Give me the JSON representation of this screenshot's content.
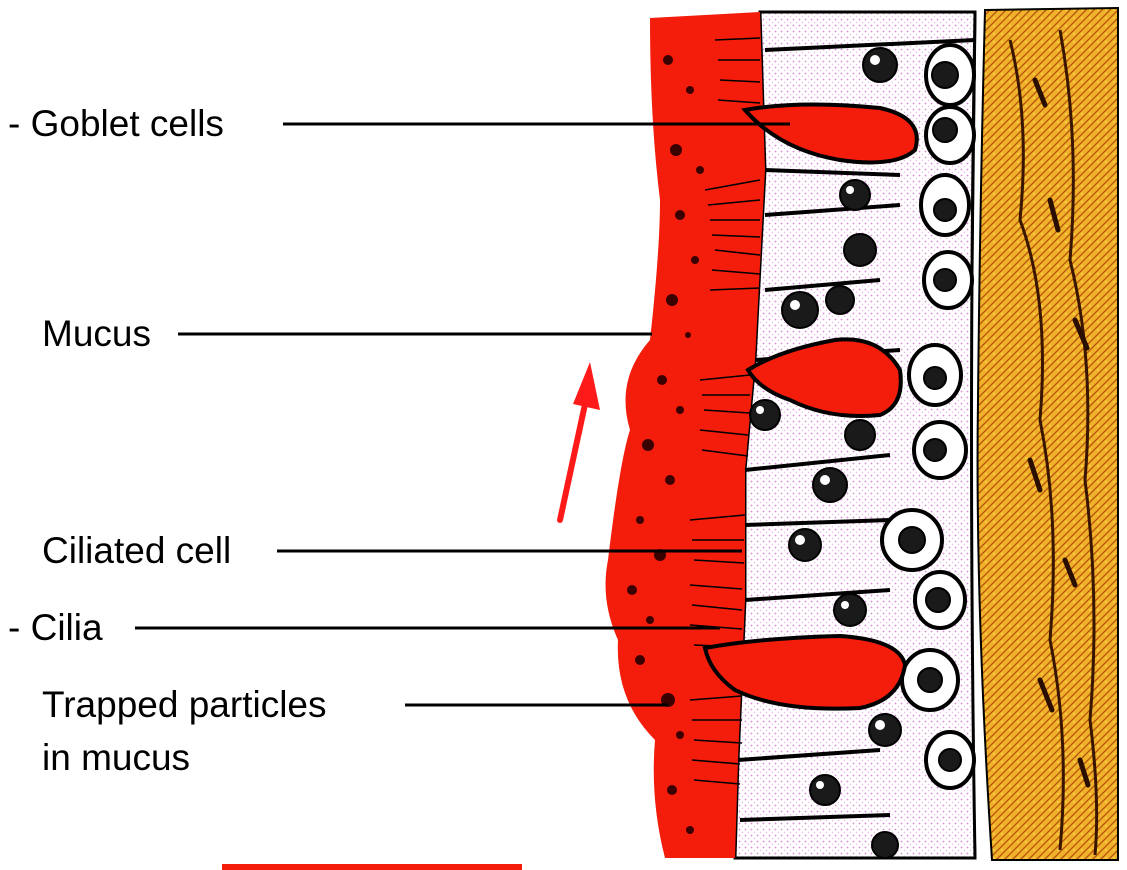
{
  "labels": {
    "goblet": "- Goblet cells",
    "mucus": "Mucus",
    "ciliated": "Ciliated cell",
    "cilia": "- Cilia",
    "trapped_line1": "Trapped particles",
    "trapped_line2": "in mucus"
  },
  "colors": {
    "mucus_red": "#f41c0a",
    "cell_pink": "#f6d9f2",
    "tissue_orange": "#e8a020",
    "tissue_yellow": "#f5d03a",
    "arrow_red": "#ff1a1a",
    "outline": "#000000"
  }
}
